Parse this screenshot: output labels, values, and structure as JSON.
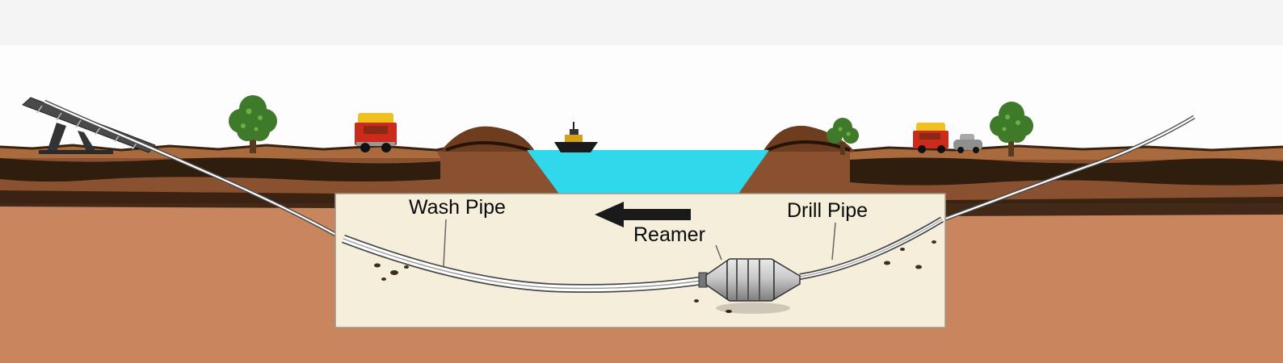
{
  "diagram": {
    "labels": {
      "wash_pipe": "Wash Pipe",
      "reamer": "Reamer",
      "drill_pipe": "Drill Pipe"
    },
    "colors": {
      "sky": "#fdfdfd",
      "sky_strip": "#f4f4f4",
      "water": "#2fd8ea",
      "ground_brown": "#8a5130",
      "topsoil_highlight": "#a96a3e",
      "strata_dark": "#2f1d0e",
      "subsoil": "#c9855e",
      "inset_bg": "#f4eedb",
      "arrow": "#1a1a1a",
      "tree_green": "#3e7a2a",
      "tree_light": "#6cb043",
      "truck_red": "#cc2a1a",
      "truck_yellow": "#f0c020",
      "pipe_outline": "#4a4a4a",
      "pipe_core": "#ffffff"
    }
  }
}
